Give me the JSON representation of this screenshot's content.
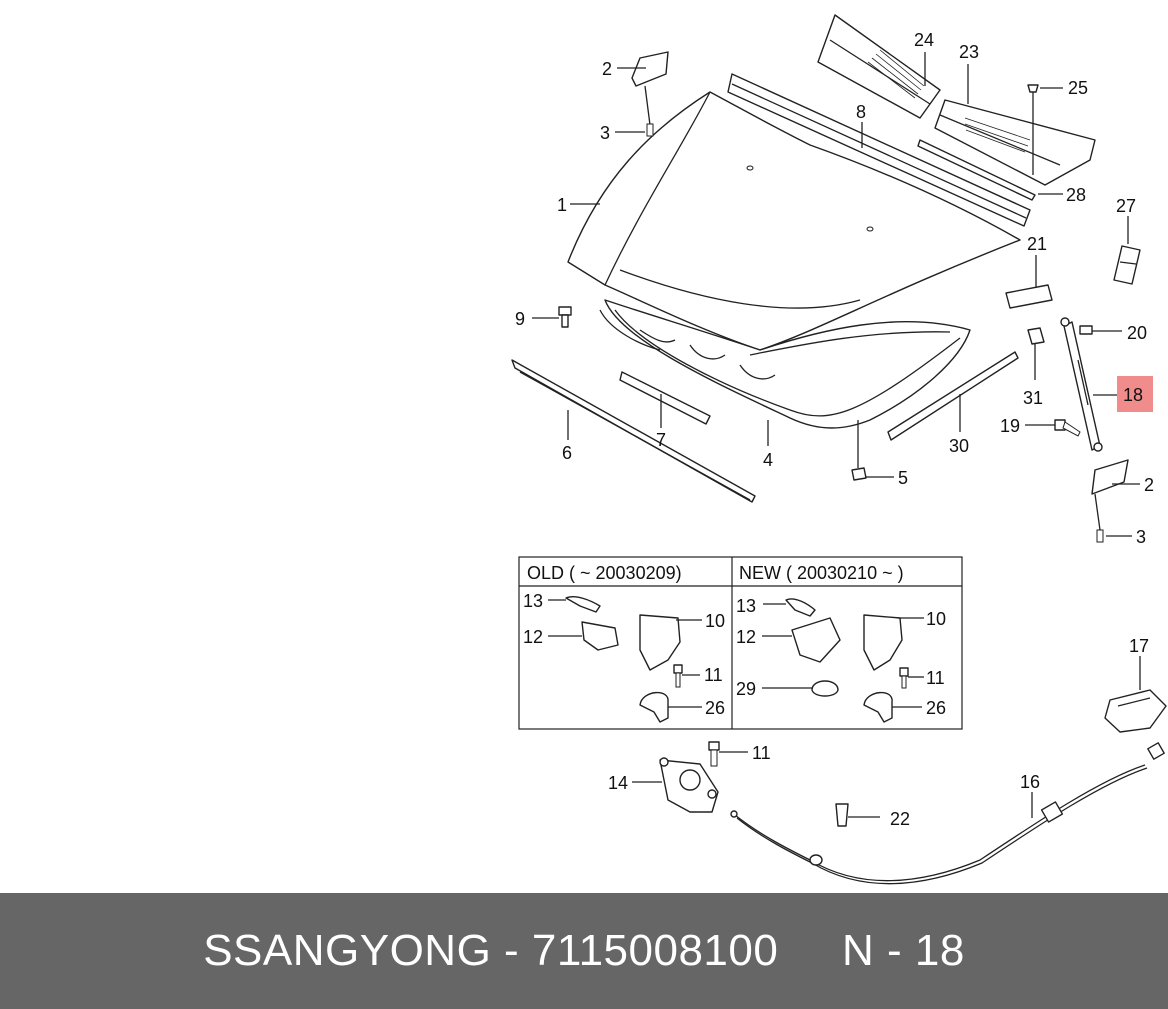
{
  "callouts": {
    "c1": "1",
    "c2a": "2",
    "c2b": "2",
    "c3a": "3",
    "c3b": "3",
    "c4": "4",
    "c5": "5",
    "c6": "6",
    "c7": "7",
    "c8": "8",
    "c9": "9",
    "c14": "14",
    "c16": "16",
    "c17": "17",
    "c11c": "11",
    "c18": "18",
    "c19": "19",
    "c20": "20",
    "c21": "21",
    "c22": "22",
    "c23": "23",
    "c24": "24",
    "c25": "25",
    "c27": "27",
    "c28": "28",
    "c30": "30",
    "c31": "31"
  },
  "table": {
    "old_header": "OLD  ( ~ 20030209)",
    "new_header": "NEW  ( 20030210 ~ )",
    "old": {
      "c13": "13",
      "c12": "12",
      "c10": "10",
      "c11": "11",
      "c26": "26"
    },
    "new": {
      "c13": "13",
      "c12": "12",
      "c10": "10",
      "c11": "11",
      "c29": "29",
      "c26": "26"
    }
  },
  "highlight_color": "#f08c8c",
  "footer": {
    "text": "SSANGYONG - 7115008100     N - 18"
  }
}
